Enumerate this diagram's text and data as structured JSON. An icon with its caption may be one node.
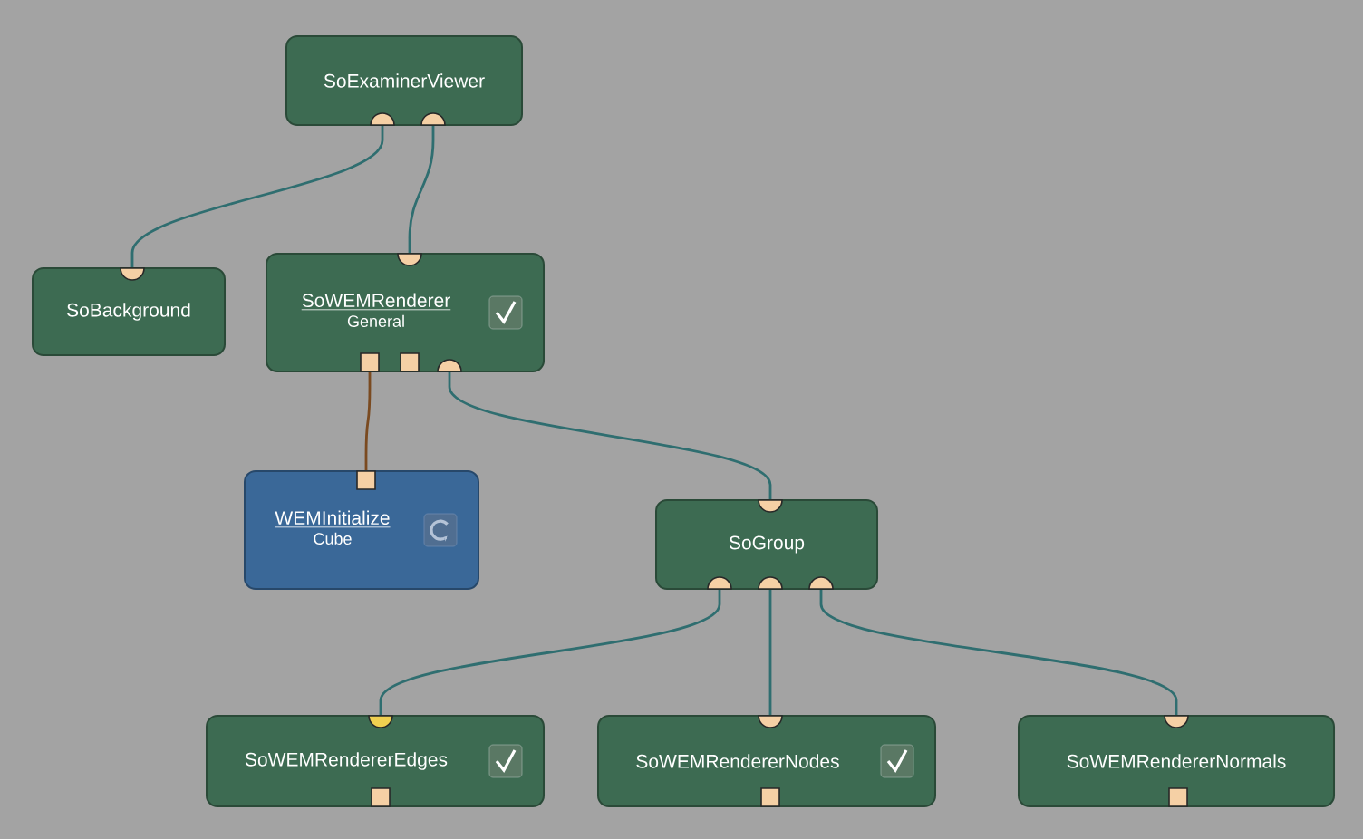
{
  "diagram": {
    "nodes": [
      {
        "text": [
          "SoExaminerViewer"
        ]
      },
      {
        "text": [
          "SoBackground"
        ]
      },
      {
        "text": [
          "SoWEMRenderer",
          "General"
        ]
      },
      {
        "text": [
          "WEMInitialize",
          "Cube"
        ]
      },
      {
        "text": [
          "SoGroup"
        ]
      },
      {
        "text": [
          "SoWEMRendererEdges"
        ]
      },
      {
        "text": [
          "SoWEMRendererNodes"
        ]
      },
      {
        "text": [
          "SoWEMRendererNormals"
        ]
      }
    ],
    "edges": [
      {
        "from": 0,
        "to": 1,
        "arrow": "none"
      },
      {
        "from": 0,
        "to": 2,
        "arrow": "none"
      },
      {
        "from": 2,
        "to": 3,
        "arrow": "none",
        "color": "#7a4a20"
      },
      {
        "from": 2,
        "to": 4,
        "arrow": "none"
      },
      {
        "from": 4,
        "to": 5,
        "arrow": "none"
      },
      {
        "from": 4,
        "to": 6,
        "arrow": "none"
      },
      {
        "from": 4,
        "to": 7,
        "arrow": "none"
      }
    ]
  }
}
